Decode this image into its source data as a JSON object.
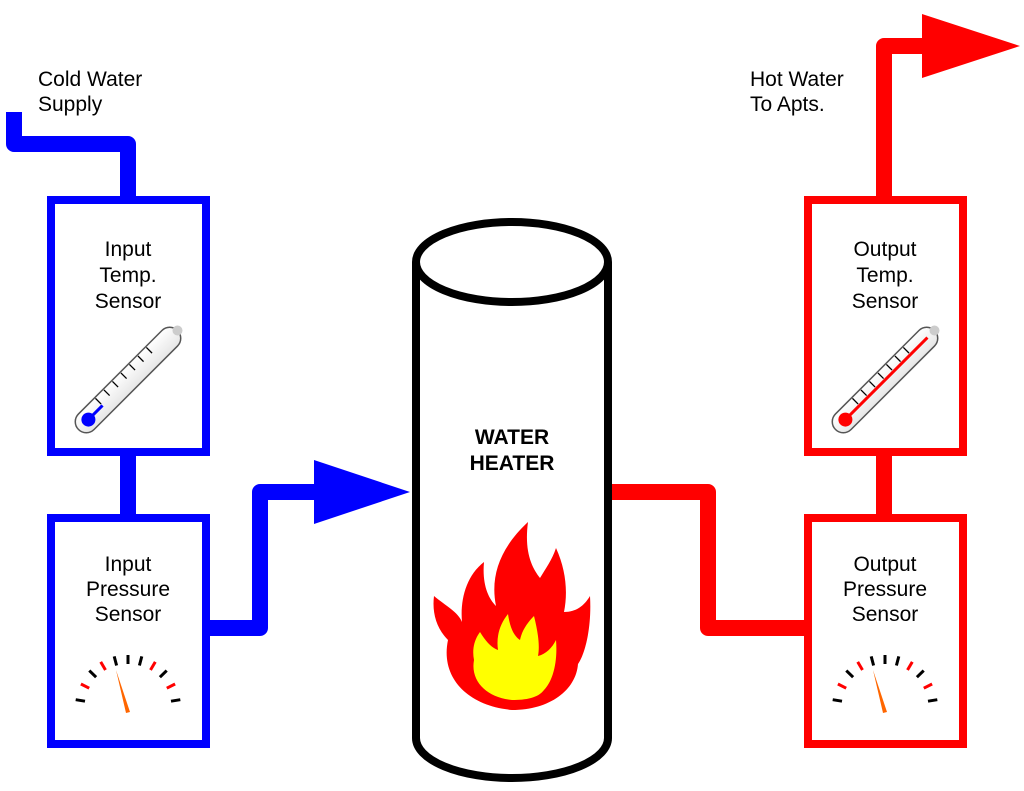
{
  "diagram": {
    "cold_supply": {
      "line1": "Cold Water",
      "line2": "Supply"
    },
    "hot_output": {
      "line1": "Hot Water",
      "line2": "To Apts."
    },
    "input_temp_sensor": {
      "line1": "Input",
      "line2": "Temp.",
      "line3": "Sensor"
    },
    "input_pressure_sensor": {
      "line1": "Input",
      "line2": "Pressure",
      "line3": "Sensor"
    },
    "output_temp_sensor": {
      "line1": "Output",
      "line2": "Temp.",
      "line3": "Sensor"
    },
    "output_pressure_sensor": {
      "line1": "Output",
      "line2": "Pressure",
      "line3": "Sensor"
    },
    "heater": {
      "line1": "WATER",
      "line2": "HEATER"
    }
  },
  "colors": {
    "cold": "#0000ff",
    "hot": "#ff0000",
    "outline": "#000000",
    "flame_outer": "#ff0000",
    "flame_inner": "#ffff00",
    "needle": "#ff6600"
  }
}
